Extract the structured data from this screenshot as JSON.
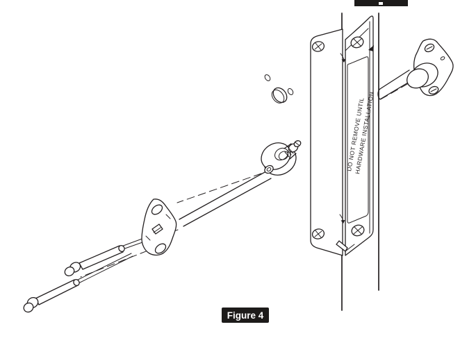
{
  "figure": {
    "caption": "Figure 4"
  },
  "sticker": {
    "line1": "DO NOT REMOVE UNTIL",
    "line2": "HARDWARE INSTALLATION"
  },
  "colors": {
    "line": "#231f20",
    "background": "#ffffff",
    "caption_bg": "#1d1b1a",
    "caption_text": "#ffffff"
  }
}
